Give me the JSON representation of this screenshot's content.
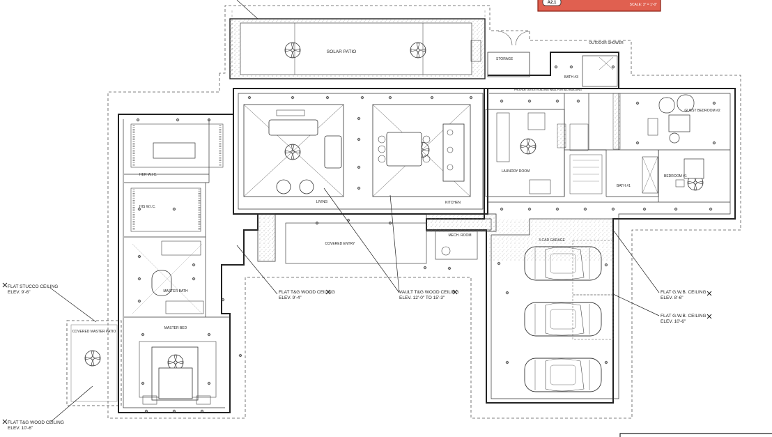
{
  "title_block": {
    "sheet": "A2.1",
    "scale": "SCALE: 3\" = 1'-0\"",
    "color": "#e06050"
  },
  "rooms": {
    "solar_patio": "SOLAR PATIO",
    "storage": "STORAGE",
    "outdoor_shower": "OUTDOOR SHOWER",
    "bath3": "BATH #3",
    "guest_bedroom2": "GUEST BEDROOM #2",
    "living": "LIVING",
    "laundry": "LAUNDRY ROOM",
    "bedroom1": "BEDROOM #1",
    "bath1": "BATH #1",
    "kitchen": "KITCHEN",
    "her_wic": "HER W.I.C.",
    "his_wic": "HIS W.I.C.",
    "master_bath": "MASTER BATH",
    "master_bed": "MASTER BED",
    "covered_master_patio": "COVERED MASTER PATIO",
    "covered_entry": "COVERED ENTRY",
    "mech_room": "MECH. ROOM",
    "garage": "3-CAR GARAGE",
    "note_outlets": "PROVIDE OUTLETS ALONG WALL FOR ADJ BUILDING"
  },
  "callouts": {
    "flat_stucco": {
      "line1": "FLAT STUCCO CEILING",
      "line2": "ELEV. 9'-6\""
    },
    "flat_tg_left": {
      "line1": "FLAT T&G WOOD CEILING",
      "line2": "ELEV. 10'-6\""
    },
    "flat_tg_center": {
      "line1": "FLAT T&G WOOD CEILING",
      "line2": "ELEV. 9'-4\""
    },
    "vault_tg": {
      "line1": "VAULT T&G WOOD CEILING",
      "line2": "ELEV. 12'-0\" TO 15'-3\""
    },
    "gwb_8": {
      "line1": "FLAT G.W.B. CEILING",
      "line2": "ELEV. 8'-6\""
    },
    "gwb_10": {
      "line1": "FLAT G.W.B. CEILING",
      "line2": "ELEV. 10'-6\""
    }
  }
}
